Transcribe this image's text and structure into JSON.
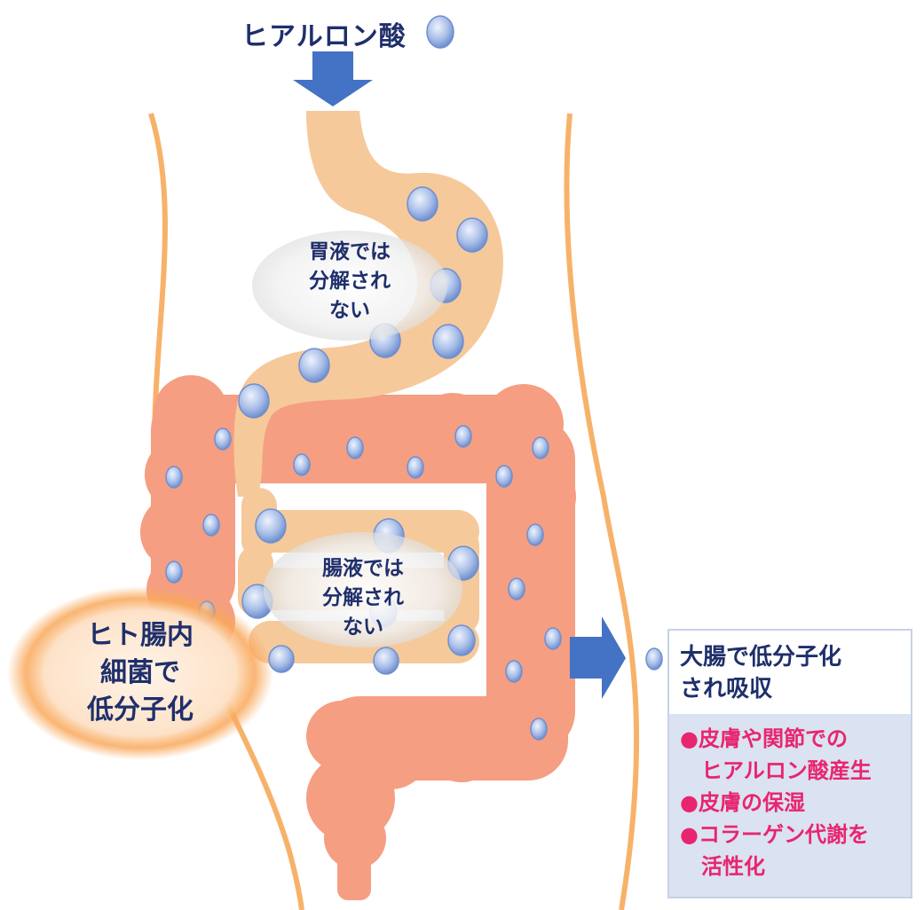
{
  "title": "ヒアルロン酸",
  "stomach_note": [
    "胃液では",
    "分解され",
    "ない"
  ],
  "intestine_note": [
    "腸液では",
    "分解され",
    "ない"
  ],
  "bacteria_note": [
    "ヒト腸内",
    "細菌で",
    "低分子化"
  ],
  "result": {
    "heading": [
      "大腸で低分子化",
      "され吸収"
    ],
    "benefits": [
      {
        "bullet": "●",
        "line1": "皮膚や関節での",
        "line2": "ヒアルロン酸産生"
      },
      {
        "bullet": "●",
        "line1": "皮膚の保湿",
        "line2": ""
      },
      {
        "bullet": "●",
        "line1": "コラーゲン代謝を",
        "line2": "活性化"
      }
    ]
  },
  "colors": {
    "body_outline": "#f7b26a",
    "stomach": "#f6c99b",
    "colon": "#f59e82",
    "molecule": "#a9bfe8",
    "arrow": "#4472c4",
    "navy_text": "#1f2f6b",
    "benefit_text": "#e8256f"
  }
}
